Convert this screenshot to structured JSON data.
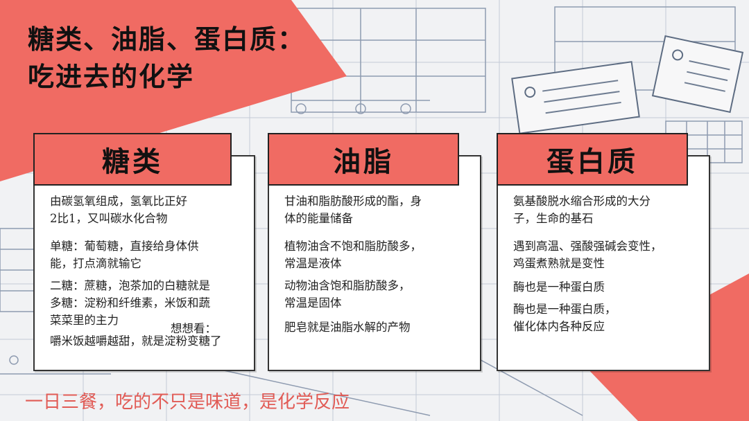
{
  "title": {
    "line1": "糖类、油脂、蛋白质：",
    "line2": "吃进去的化学"
  },
  "cards": [
    {
      "header": "糖类",
      "items": [
        "由碳氢氧组成，氢氧比正好",
        "2比1，又叫碳水化合物",
        "单糖：葡萄糖，直接给身体供",
        "能，打点滴就输它",
        "二糖：蔗糖，泡茶加的白糖就是",
        "多糖：淀粉和纤维素，米饭和蔬",
        "菜菜里的主力",
        "想想看：",
        "嚼米饭越嚼越甜，就是淀粉变糖了"
      ]
    },
    {
      "header": "油脂",
      "items": [
        "甘油和脂肪酸形成的酯，身",
        "体的能量储备",
        "植物油含不饱和脂肪酸多，",
        "常温是液体",
        "动物油含饱和脂肪酸多，",
        "常温是固体",
        "肥皂就是油脂水解的产物"
      ]
    },
    {
      "header": "蛋白质",
      "items": [
        "氨基酸脱水缩合形成的大分",
        "子，生命的基石",
        "遇到高温、强酸强碱会变性，",
        "鸡蛋煮熟就是变性",
        "酶也是一种蛋白质",
        "酶也是一种蛋白质，",
        "催化体内各种反应"
      ]
    }
  ],
  "footer": "一日三餐，吃的不只是味道，是化学反应",
  "colors": {
    "accent_red": "#f06b63",
    "footer_red": "#e15b55",
    "background": "#f1f2f4",
    "blueprint_line": "#9aa6b8"
  }
}
